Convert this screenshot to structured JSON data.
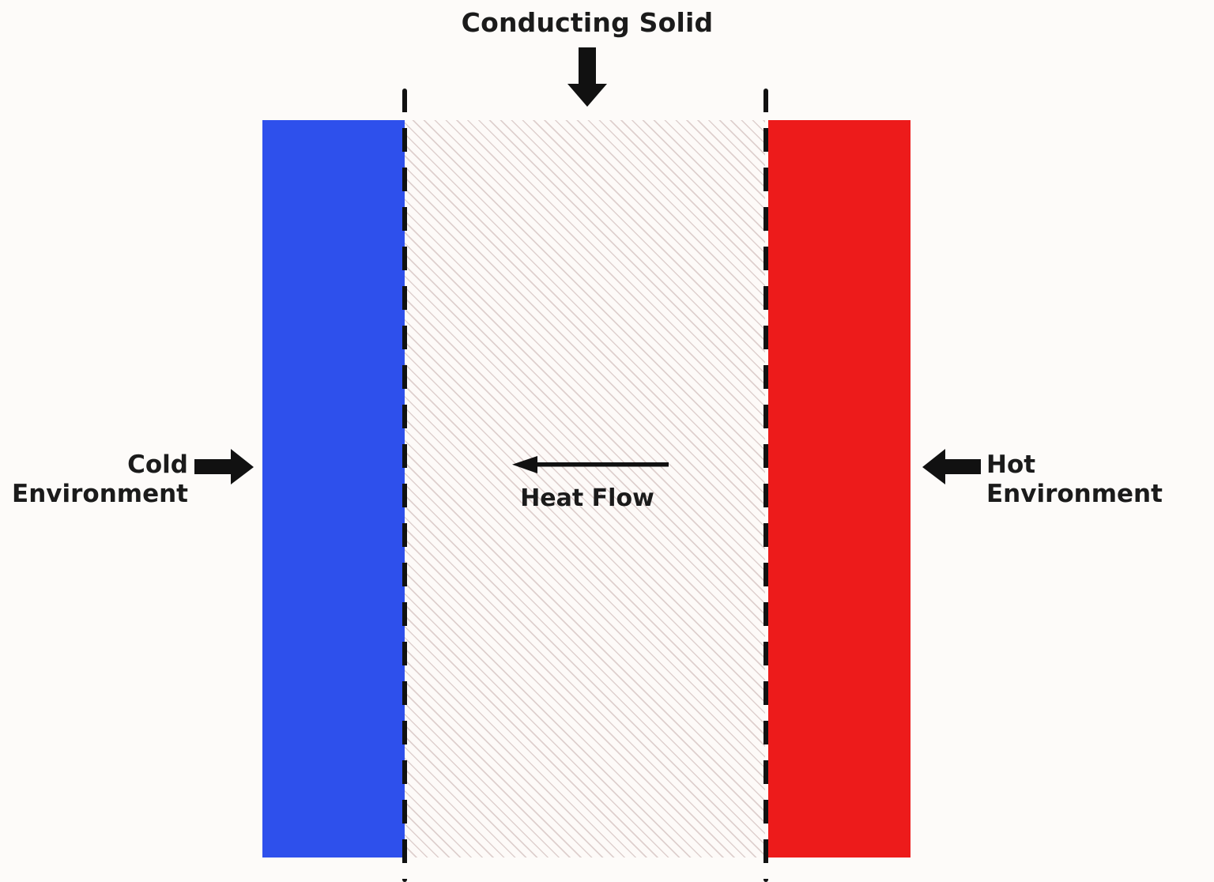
{
  "diagram": {
    "title": "Conducting Solid",
    "title_arrow_icon": "arrow-down-icon",
    "regions": {
      "cold": {
        "label_line1": "Cold",
        "label_line2": "Environment",
        "color": "#2e50ec",
        "arrow_icon": "arrow-right-icon",
        "arrow_direction": "right"
      },
      "solid": {
        "label": "Conducting Solid",
        "fill": "hatched",
        "hatch_color": "#ded0ce",
        "background": "#fdfaf8",
        "boundary_style": "dashed",
        "boundary_color": "#111111"
      },
      "hot": {
        "label_line1": "Hot",
        "label_line2": "Environment",
        "color": "#ed1b1b",
        "arrow_icon": "arrow-left-icon",
        "arrow_direction": "left"
      }
    },
    "heat_flow": {
      "label": "Heat Flow",
      "arrow_icon": "arrow-left-thin-icon",
      "direction": "right-to-left"
    },
    "background_color": "#fdfbf9"
  }
}
